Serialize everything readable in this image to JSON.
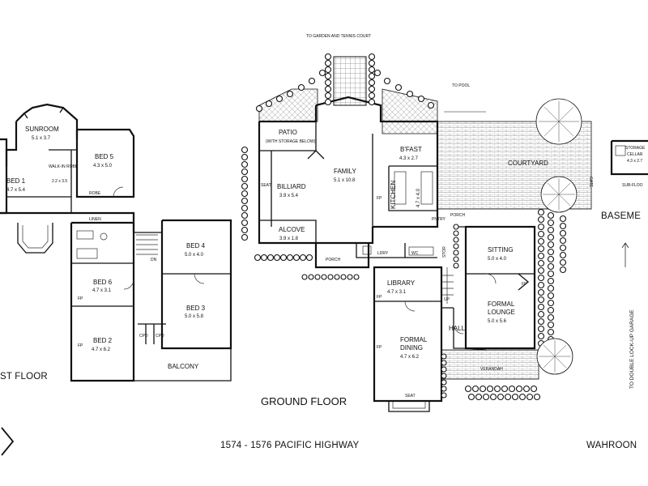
{
  "first_floor": {
    "label": "ST FLOOR",
    "rooms": [
      {
        "name": "SUNROOM",
        "dim": "5.1 x 3.7"
      },
      {
        "name": "BED 5",
        "dim": "4.3 x 5.0"
      },
      {
        "name": "WALK-IN ROBE",
        "name2": "ROBE",
        "dim": "2.2 x 3.5"
      },
      {
        "name": "BED 1",
        "dim": "4.7 x 5.4"
      },
      {
        "name": "BED 4",
        "dim": "5.0 x 4.0"
      },
      {
        "name": "BED 6",
        "dim": "4.7 x 3.1"
      },
      {
        "name": "BED 3",
        "dim": "5.0 x 5.8"
      },
      {
        "name": "BED 2",
        "dim": "4.7 x 6.2"
      },
      {
        "name": "BALCONY"
      }
    ],
    "small_labels": {
      "robe": "ROBE",
      "linen": "LINEN",
      "dn": "DN",
      "fp": "FP",
      "cpd": "CPD"
    }
  },
  "ground_floor": {
    "label": "GROUND FLOOR",
    "rooms": [
      {
        "name": "PATIO",
        "sub": "(WITH STORAGE BELOW)"
      },
      {
        "name": "FAMILY",
        "dim": "5.1 x 10.8"
      },
      {
        "name": "BILLIARD",
        "dim": "3.9 x 5.4"
      },
      {
        "name": "B'FAST",
        "dim": "4.3 x 2.7"
      },
      {
        "name": "KITCHEN",
        "dim": "4.7 x 4.0"
      },
      {
        "name": "ALCOVE",
        "dim": "3.9 x 1.8"
      },
      {
        "name": "LIBRARY",
        "dim": "4.7 x 3.1"
      },
      {
        "name": "SITTING",
        "dim": "5.0 x 4.0"
      },
      {
        "name": "FORMAL",
        "name2": "LOUNGE",
        "dim": "5.0 x 5.6"
      },
      {
        "name": "FORMAL",
        "name2": "DINING",
        "dim": "4.7 x 6.2"
      },
      {
        "name": "HALL"
      },
      {
        "name": "VERANDAH"
      },
      {
        "name": "COURTYARD"
      }
    ],
    "small_labels": {
      "porch": "PORCH",
      "ldry": "LDRY",
      "wc": "WC",
      "seat": "SEAT",
      "up": "UP",
      "fp": "FP",
      "stor": "STOR",
      "pntry": "PNTRY",
      "gate": "GATE"
    }
  },
  "basement": {
    "label": "BASEME",
    "room": {
      "name": "STORAGE",
      "name2": "CELLAR",
      "dim": "4.3 x 2.7"
    },
    "sub": "SUB-FLOO"
  },
  "notes": {
    "garden": "TO GARDEN AND TENNIS COURT",
    "pool": "TO POOL",
    "garage": "TO DOUBLE LOCK-UP GARAGE"
  },
  "footer": {
    "address": "1574 - 1576 PACIFIC HIGHWAY",
    "suburb": "WAHROON"
  },
  "nav_icon": "chevron-right-icon"
}
